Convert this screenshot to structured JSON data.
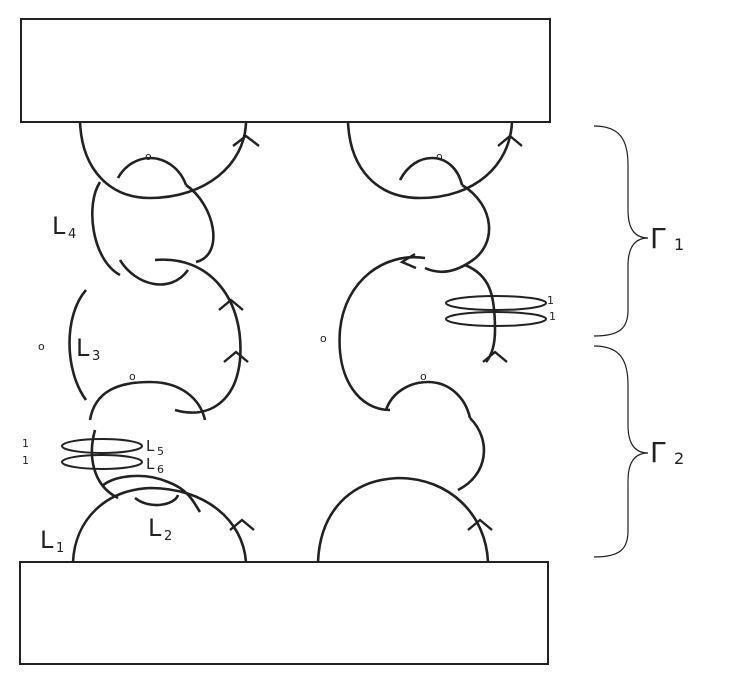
{
  "labels": {
    "L1": {
      "main": "L",
      "sub": "1"
    },
    "L2": {
      "main": "L",
      "sub": "2"
    },
    "L3": {
      "main": "L",
      "sub": "3"
    },
    "L4": {
      "main": "L",
      "sub": "4"
    },
    "L5": {
      "main": "L",
      "sub": "5"
    },
    "L6": {
      "main": "L",
      "sub": "6"
    }
  },
  "framings": {
    "zero": "o",
    "one": "1"
  },
  "gammas": {
    "gamma1": {
      "main": "Γ",
      "sub": "1"
    },
    "gamma2": {
      "main": "Γ",
      "sub": "2"
    }
  }
}
